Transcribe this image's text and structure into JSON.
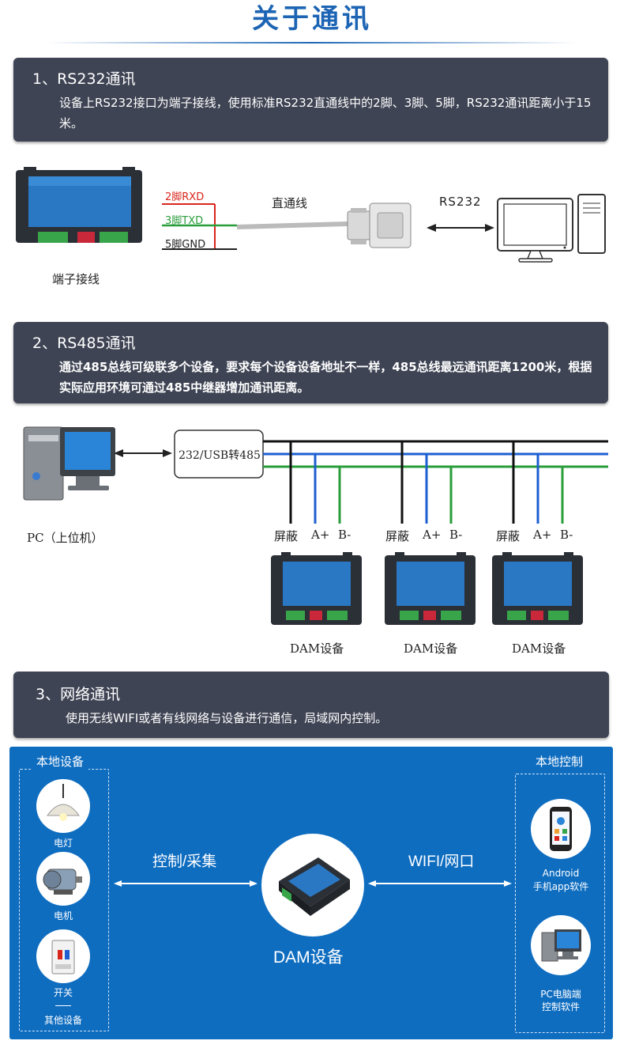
{
  "title": "关于通讯",
  "colors": {
    "accent": "#1d65b4",
    "panel": "#3f4454",
    "blue": "#0f6dc0",
    "red": "#d9261c",
    "green": "#2a9d3a",
    "wire_blue": "#1e5fd0"
  },
  "sections": [
    {
      "heading": "1、RS232通讯",
      "body": "设备上RS232接口为端子接线，使用标准RS232直通线中的2脚、3脚、5脚，RS232通讯距离小于15米。"
    },
    {
      "heading": "2、RS485通讯",
      "body": "通过485总线可级联多个设备，要求每个设备设备地址不一样，485总线最远通讯距离1200米，根据实际应用环境可通过485中继器增加通讯距离。"
    },
    {
      "heading": "3、网络通讯",
      "body": "使用无线WIFI或者有线网络与设备进行通信，局域网内控制。"
    }
  ],
  "rs232": {
    "terminal_label": "端子接线",
    "pin2": "2脚RXD",
    "pin3": "3脚TXD",
    "pin5": "5脚GND",
    "cable": "直通线",
    "link": "RS232"
  },
  "rs485": {
    "pc_label": "PC（上位机）",
    "converter": "232/USB转485",
    "wires": [
      "屏蔽",
      "A+",
      "B-"
    ],
    "device_label": "DAM设备"
  },
  "network": {
    "left_title": "本地设备",
    "right_title": "本地控制",
    "left_items": [
      "电灯",
      "电机",
      "开关"
    ],
    "other": "其他设备",
    "left_link": "控制/采集",
    "right_link": "WIFI/网口",
    "center": "DAM设备",
    "right_items": [
      {
        "line1": "Android",
        "line2": "手机app软件"
      },
      {
        "line1": "PC电脑端",
        "line2": "控制软件"
      }
    ]
  }
}
